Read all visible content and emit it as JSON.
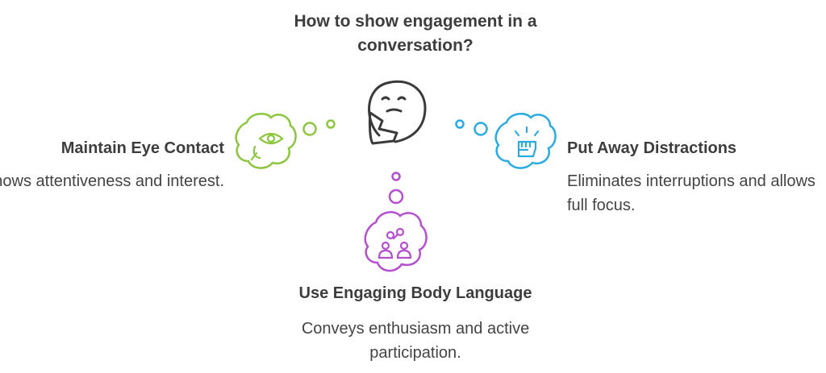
{
  "title": "How to show engagement in a conversation?",
  "colors": {
    "center": "#3a3a3a",
    "left": "#8cc63f",
    "right": "#29abe2",
    "bottom": "#b44fd0"
  },
  "nodes": {
    "left": {
      "heading": "Maintain Eye Contact",
      "description": "Shows attentiveness and interest.",
      "icon": "eye-icon"
    },
    "right": {
      "heading": "Put Away Distractions",
      "description": "Eliminates interruptions and allows full focus.",
      "icon": "raised-fist-icon"
    },
    "bottom": {
      "heading": "Use Engaging Body Language",
      "description": "Conveys enthusiasm and active participation.",
      "icon": "two-people-icon"
    },
    "center": {
      "icon": "thinking-face-icon"
    }
  }
}
